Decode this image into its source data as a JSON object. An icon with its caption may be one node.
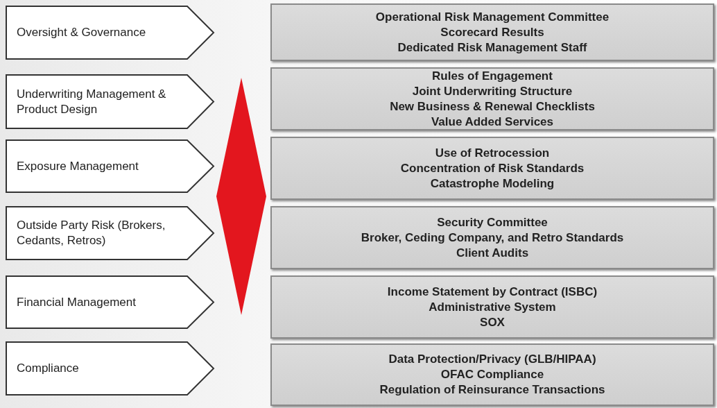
{
  "diagram": {
    "nodes": [
      {
        "text": [
          "Oversight & Governance"
        ]
      },
      {
        "text": [
          "Operational Risk Management Committee",
          "Scorecard Results",
          "Dedicated Risk Management Staff"
        ]
      },
      {
        "text": [
          "Underwriting Management & Product Design"
        ]
      },
      {
        "text": [
          "Rules of Engagement",
          "Joint Underwriting Structure",
          "New Business & Renewal Checklists",
          "Value Added Services"
        ]
      },
      {
        "text": [
          "Exposure Management"
        ]
      },
      {
        "text": [
          "Use of Retrocession",
          "Concentration of Risk Standards",
          "Catastrophe Modeling"
        ]
      },
      {
        "text": [
          "Outside Party Risk (Brokers, Cedants, Retros)"
        ]
      },
      {
        "text": [
          "Security Committee",
          "Broker, Ceding Company, and Retro Standards",
          "Client Audits"
        ]
      },
      {
        "text": [
          "Financial Management"
        ]
      },
      {
        "text": [
          "Income Statement by Contract (ISBC)",
          "Administrative System",
          "SOX"
        ]
      },
      {
        "text": [
          "Compliance"
        ]
      },
      {
        "text": [
          "Data Protection/Privacy (GLB/HIPAA)",
          "OFAC Compliance",
          "Regulation of Reinsurance Transactions"
        ]
      },
      {
        "text": [],
        "shape": "diamond"
      }
    ],
    "edges": []
  }
}
